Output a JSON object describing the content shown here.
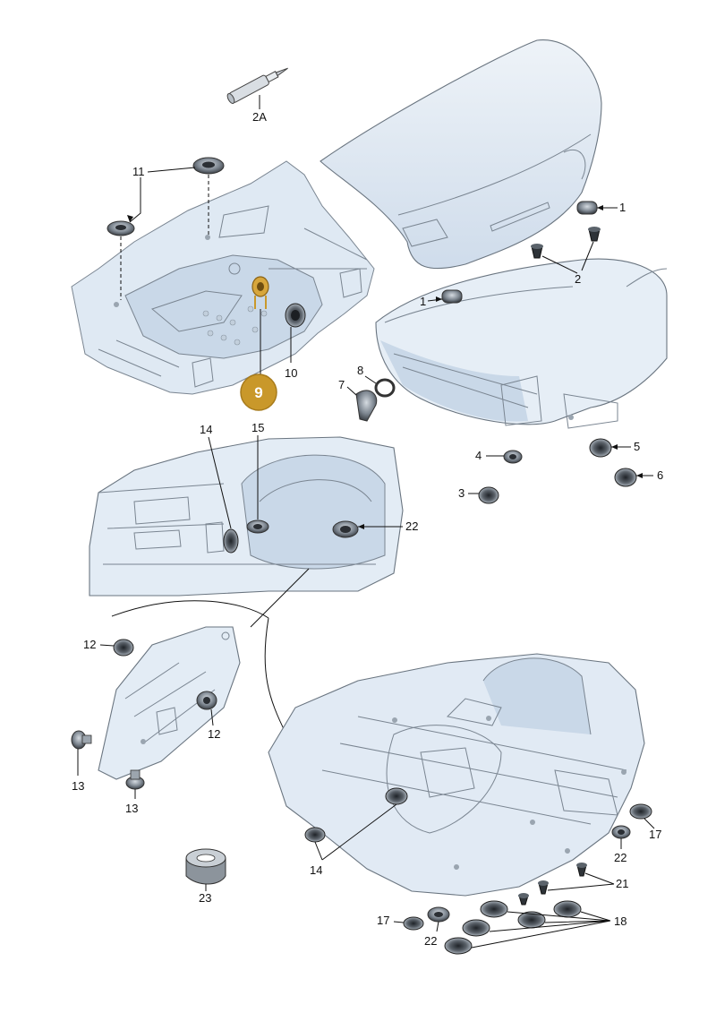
{
  "callouts": {
    "c_2a": "2A",
    "c_11": "11",
    "c_10": "10",
    "c_9": "9",
    "c_1a": "1",
    "c_1b": "1",
    "c_2": "2",
    "c_8": "8",
    "c_7": "7",
    "c_4": "4",
    "c_5": "5",
    "c_6": "6",
    "c_3": "3",
    "c_14a": "14",
    "c_15": "15",
    "c_22a": "22",
    "c_12a": "12",
    "c_12b": "12",
    "c_13a": "13",
    "c_13b": "13",
    "c_23": "23",
    "c_14b": "14",
    "c_17a": "17",
    "c_22b": "22",
    "c_21": "21",
    "c_17b": "17",
    "c_22c": "22",
    "c_18": "18"
  },
  "highlight": {
    "part_number": "9",
    "color": "#c9982a"
  },
  "colors": {
    "body_panel": "#dfe9f3",
    "body_shadow": "#c9d8e8",
    "plug_dark": "#3a3f45",
    "plug_light": "#b9c2cb"
  }
}
